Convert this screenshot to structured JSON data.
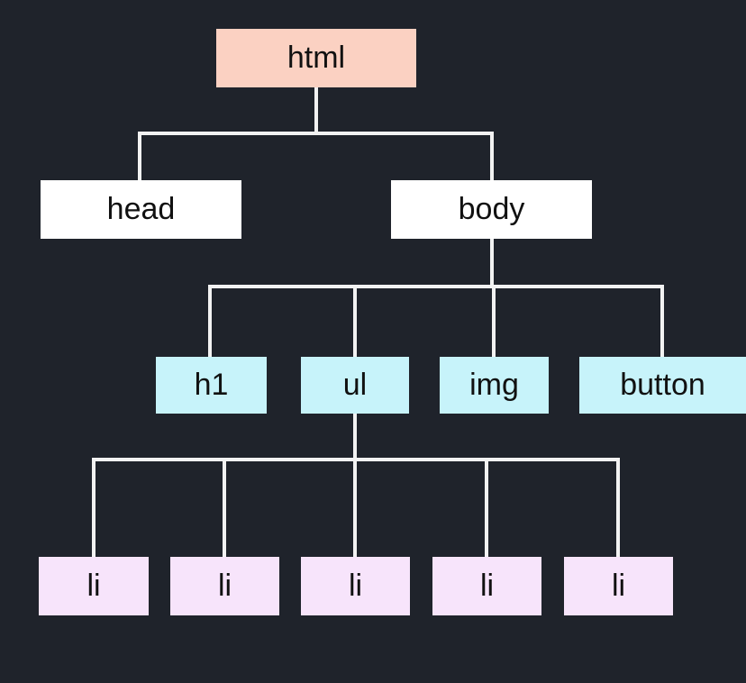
{
  "colors": {
    "background": "#1f232b",
    "connector": "#f2f2f2",
    "root": "#fbd1c2",
    "level1": "#ffffff",
    "level2": "#c7f3fa",
    "level3": "#f7e4fb",
    "text": "#111111"
  },
  "tree": {
    "root": {
      "label": "html"
    },
    "level1": [
      {
        "label": "head"
      },
      {
        "label": "body"
      }
    ],
    "body_children": [
      {
        "label": "h1"
      },
      {
        "label": "ul"
      },
      {
        "label": "img"
      },
      {
        "label": "button"
      }
    ],
    "ul_children": [
      {
        "label": "li"
      },
      {
        "label": "li"
      },
      {
        "label": "li"
      },
      {
        "label": "li"
      },
      {
        "label": "li"
      }
    ]
  }
}
